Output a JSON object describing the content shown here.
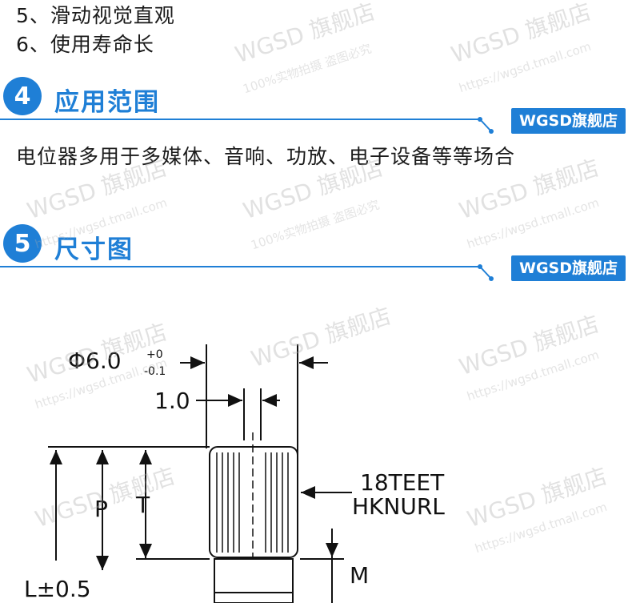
{
  "features": [
    {
      "text": "5、滑动视觉直观"
    },
    {
      "text": "6、使用寿命长"
    }
  ],
  "sections": [
    {
      "number": "4",
      "title": "应用范围",
      "tag": "WGSD旗舰店"
    },
    {
      "number": "5",
      "title": "尺寸图",
      "tag": "WGSD旗舰店"
    }
  ],
  "application_text": "电位器多用于多媒体、音响、功放、电子设备等等场合",
  "watermark": {
    "main": "WGSD 旗舰店",
    "sub": "100%实物拍摄 盗图必究",
    "url": "https://wgsd.tmall.com"
  },
  "drawing": {
    "diameter_value": "Φ6.0",
    "diameter_tol_upper": "+0",
    "diameter_tol_lower": "-0.1",
    "slot_width": "1.0",
    "knurl_line1": "18TEET",
    "knurl_line2": "HKNURL",
    "label_p": "P",
    "label_t": "T",
    "label_m": "M",
    "label_l": "L±0.5"
  },
  "colors": {
    "accent": "#1f7fd6"
  }
}
